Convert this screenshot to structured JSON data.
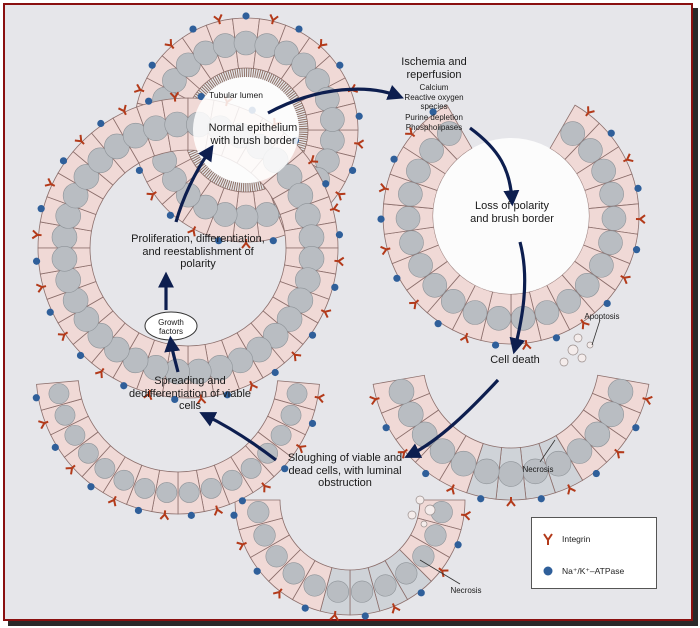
{
  "labels": {
    "tubular_lumen": "Tubular lumen",
    "normal_epithelium": "Normal epithelium with brush border",
    "ischemia_title": "Ischemia and reperfusion",
    "ischemia_items": [
      "Calcium",
      "Reactive oxygen species",
      "Purine depletion",
      "Phospholipases"
    ],
    "loss_of_polarity": "Loss of polarity and brush border",
    "apoptosis": "Apoptosis",
    "cell_death": "Cell death",
    "necrosis_right": "Necrosis",
    "sloughing": "Sloughing of viable and dead cells, with luminal obstruction",
    "necrosis_bottom": "Necrosis",
    "spreading": "Spreading and dedifferentiation of viable cells",
    "growth_factors": "Growth factors",
    "proliferation": "Proliferation, differentiation, and reestablishment of polarity"
  },
  "legend": {
    "integrin": "Integrin",
    "atpase": "Na⁺/K⁺–ATPase"
  },
  "colors": {
    "frame_border": "#8a1010",
    "background": "#e6e6ea",
    "cell_fill": "#f0d9d6",
    "cell_stroke": "#8c6f6c",
    "necrotic_fill": "#cfd3d8",
    "nucleus": "#b9bdc2",
    "integrin": "#b33a1a",
    "atpase": "#2f5f9a",
    "arrow": "#0d1e4f"
  }
}
